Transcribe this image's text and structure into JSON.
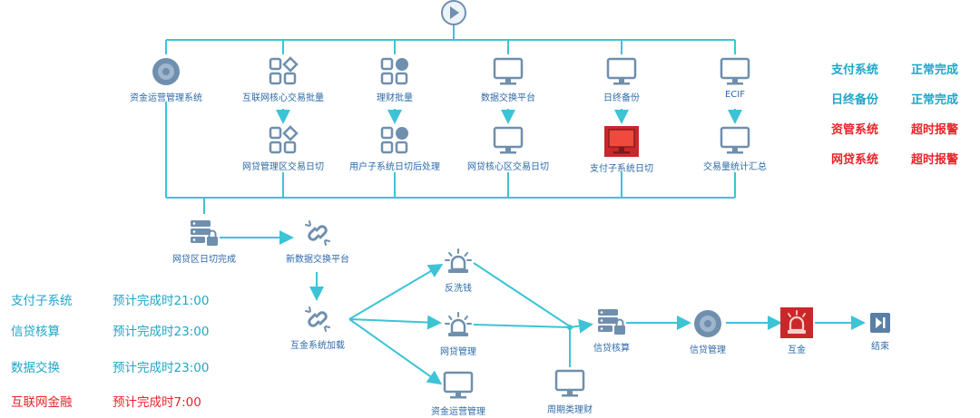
{
  "diagram": {
    "play_button": "play-icon",
    "top_row": [
      {
        "label": "资金运营管理系统",
        "icon": "gear-circle-icon"
      },
      {
        "label": "互联网核心交易批量",
        "icon": "grid-diamond-icon"
      },
      {
        "label": "理财批量",
        "icon": "grid-circle-icon"
      },
      {
        "label": "数据交换平台",
        "icon": "monitor-icon"
      },
      {
        "label": "日终备份",
        "icon": "monitor-icon"
      },
      {
        "label": "ECIF",
        "icon": "monitor-icon"
      }
    ],
    "second_row": [
      {
        "label": "网贷管理区交易日切",
        "icon": "grid-diamond-icon"
      },
      {
        "label": "用户子系统日切后处理",
        "icon": "grid-circle-icon"
      },
      {
        "label": "网贷核心区交易日切",
        "icon": "monitor-icon"
      },
      {
        "label": "支付子系统日切",
        "icon": "monitor-icon",
        "alert": true
      },
      {
        "label": "交易量统计汇总",
        "icon": "monitor-icon"
      }
    ],
    "mid_nodes": [
      {
        "label": "网贷区日切完成",
        "icon": "server-lock-icon"
      },
      {
        "label": "新数据交换平台",
        "icon": "link-icon"
      }
    ],
    "lower_nodes": {
      "hub": {
        "label": "互金系统加载",
        "icon": "link-icon"
      },
      "anti_money": {
        "label": "反洗钱",
        "icon": "alarm-icon"
      },
      "loan_mgmt": {
        "label": "网贷管理",
        "icon": "alarm-icon"
      },
      "fund_ops": {
        "label": "资金运营管理",
        "icon": "monitor-icon"
      },
      "periodic": {
        "label": "周期类理财",
        "icon": "monitor-icon"
      },
      "credit_calc": {
        "label": "信贷核算",
        "icon": "server-lock-icon"
      },
      "credit_mgmt": {
        "label": "信贷管理",
        "icon": "gear-circle-icon"
      },
      "hujin": {
        "label": "互金",
        "icon": "alarm-icon",
        "alert": true
      },
      "end": {
        "label": "结束",
        "icon": "skip-end-icon"
      }
    }
  },
  "status_panel": [
    {
      "system": "支付系统",
      "status": "正常完成",
      "color": "#1fa6c9"
    },
    {
      "system": "日终备份",
      "status": "正常完成",
      "color": "#1fa6c9"
    },
    {
      "system": "资管系统",
      "status": "超时报警",
      "color": "#e8242a"
    },
    {
      "system": "网贷系统",
      "status": "超时报警",
      "color": "#e8242a"
    }
  ],
  "eta_panel": [
    {
      "system": "支付子系统",
      "eta": "预计完成时21:00",
      "color": "#1fa6c9"
    },
    {
      "system": "信贷核算",
      "eta": "预计完成时23:00",
      "color": "#1fa6c9"
    },
    {
      "system": "数据交换",
      "eta": "预计完成时23:00",
      "color": "#1fa6c9"
    },
    {
      "system": "互联网金融",
      "eta": "预计完成时7:00",
      "color": "#e8242a"
    }
  ],
  "colors": {
    "line": "#3cc4d6",
    "icon": "#6f8fae",
    "label": "#2d6aa8",
    "alert": "#e3312f"
  }
}
